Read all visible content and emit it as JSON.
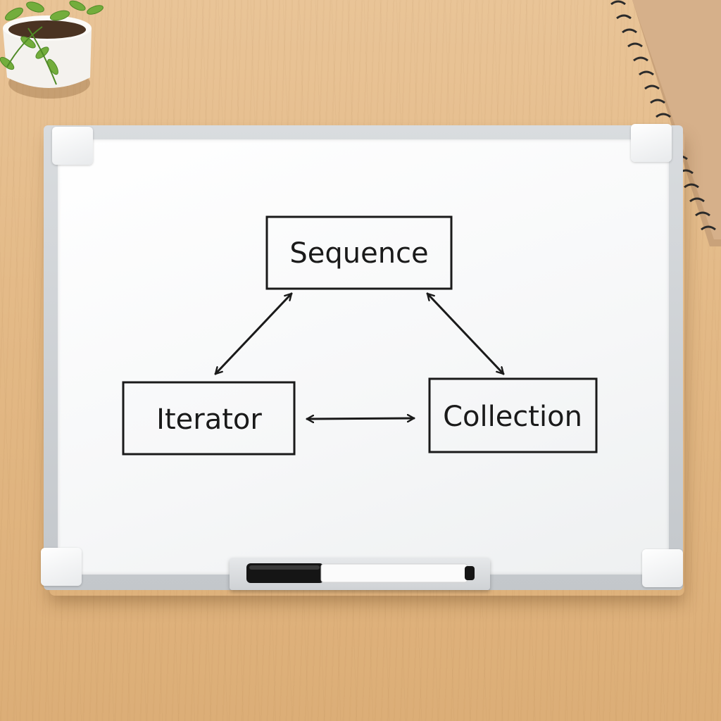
{
  "diagram": {
    "nodes": [
      {
        "id": "sequence",
        "label": "Sequence"
      },
      {
        "id": "iterator",
        "label": "Iterator"
      },
      {
        "id": "collection",
        "label": "Collection"
      }
    ],
    "edges": [
      {
        "from": "sequence",
        "to": "iterator",
        "direction": "both"
      },
      {
        "from": "sequence",
        "to": "collection",
        "direction": "both"
      },
      {
        "from": "iterator",
        "to": "collection",
        "direction": "both"
      }
    ]
  },
  "colors": {
    "ink": "#1a1a1a",
    "board": "#ffffff",
    "frame": "#c8cbcf",
    "desk": "#e3b986",
    "plant": "#6fa83a",
    "marker_cap": "#111111"
  },
  "icons": {
    "plant": "potted-plant-icon",
    "notebook": "spiral-notebook-icon",
    "marker": "whiteboard-marker-icon"
  }
}
